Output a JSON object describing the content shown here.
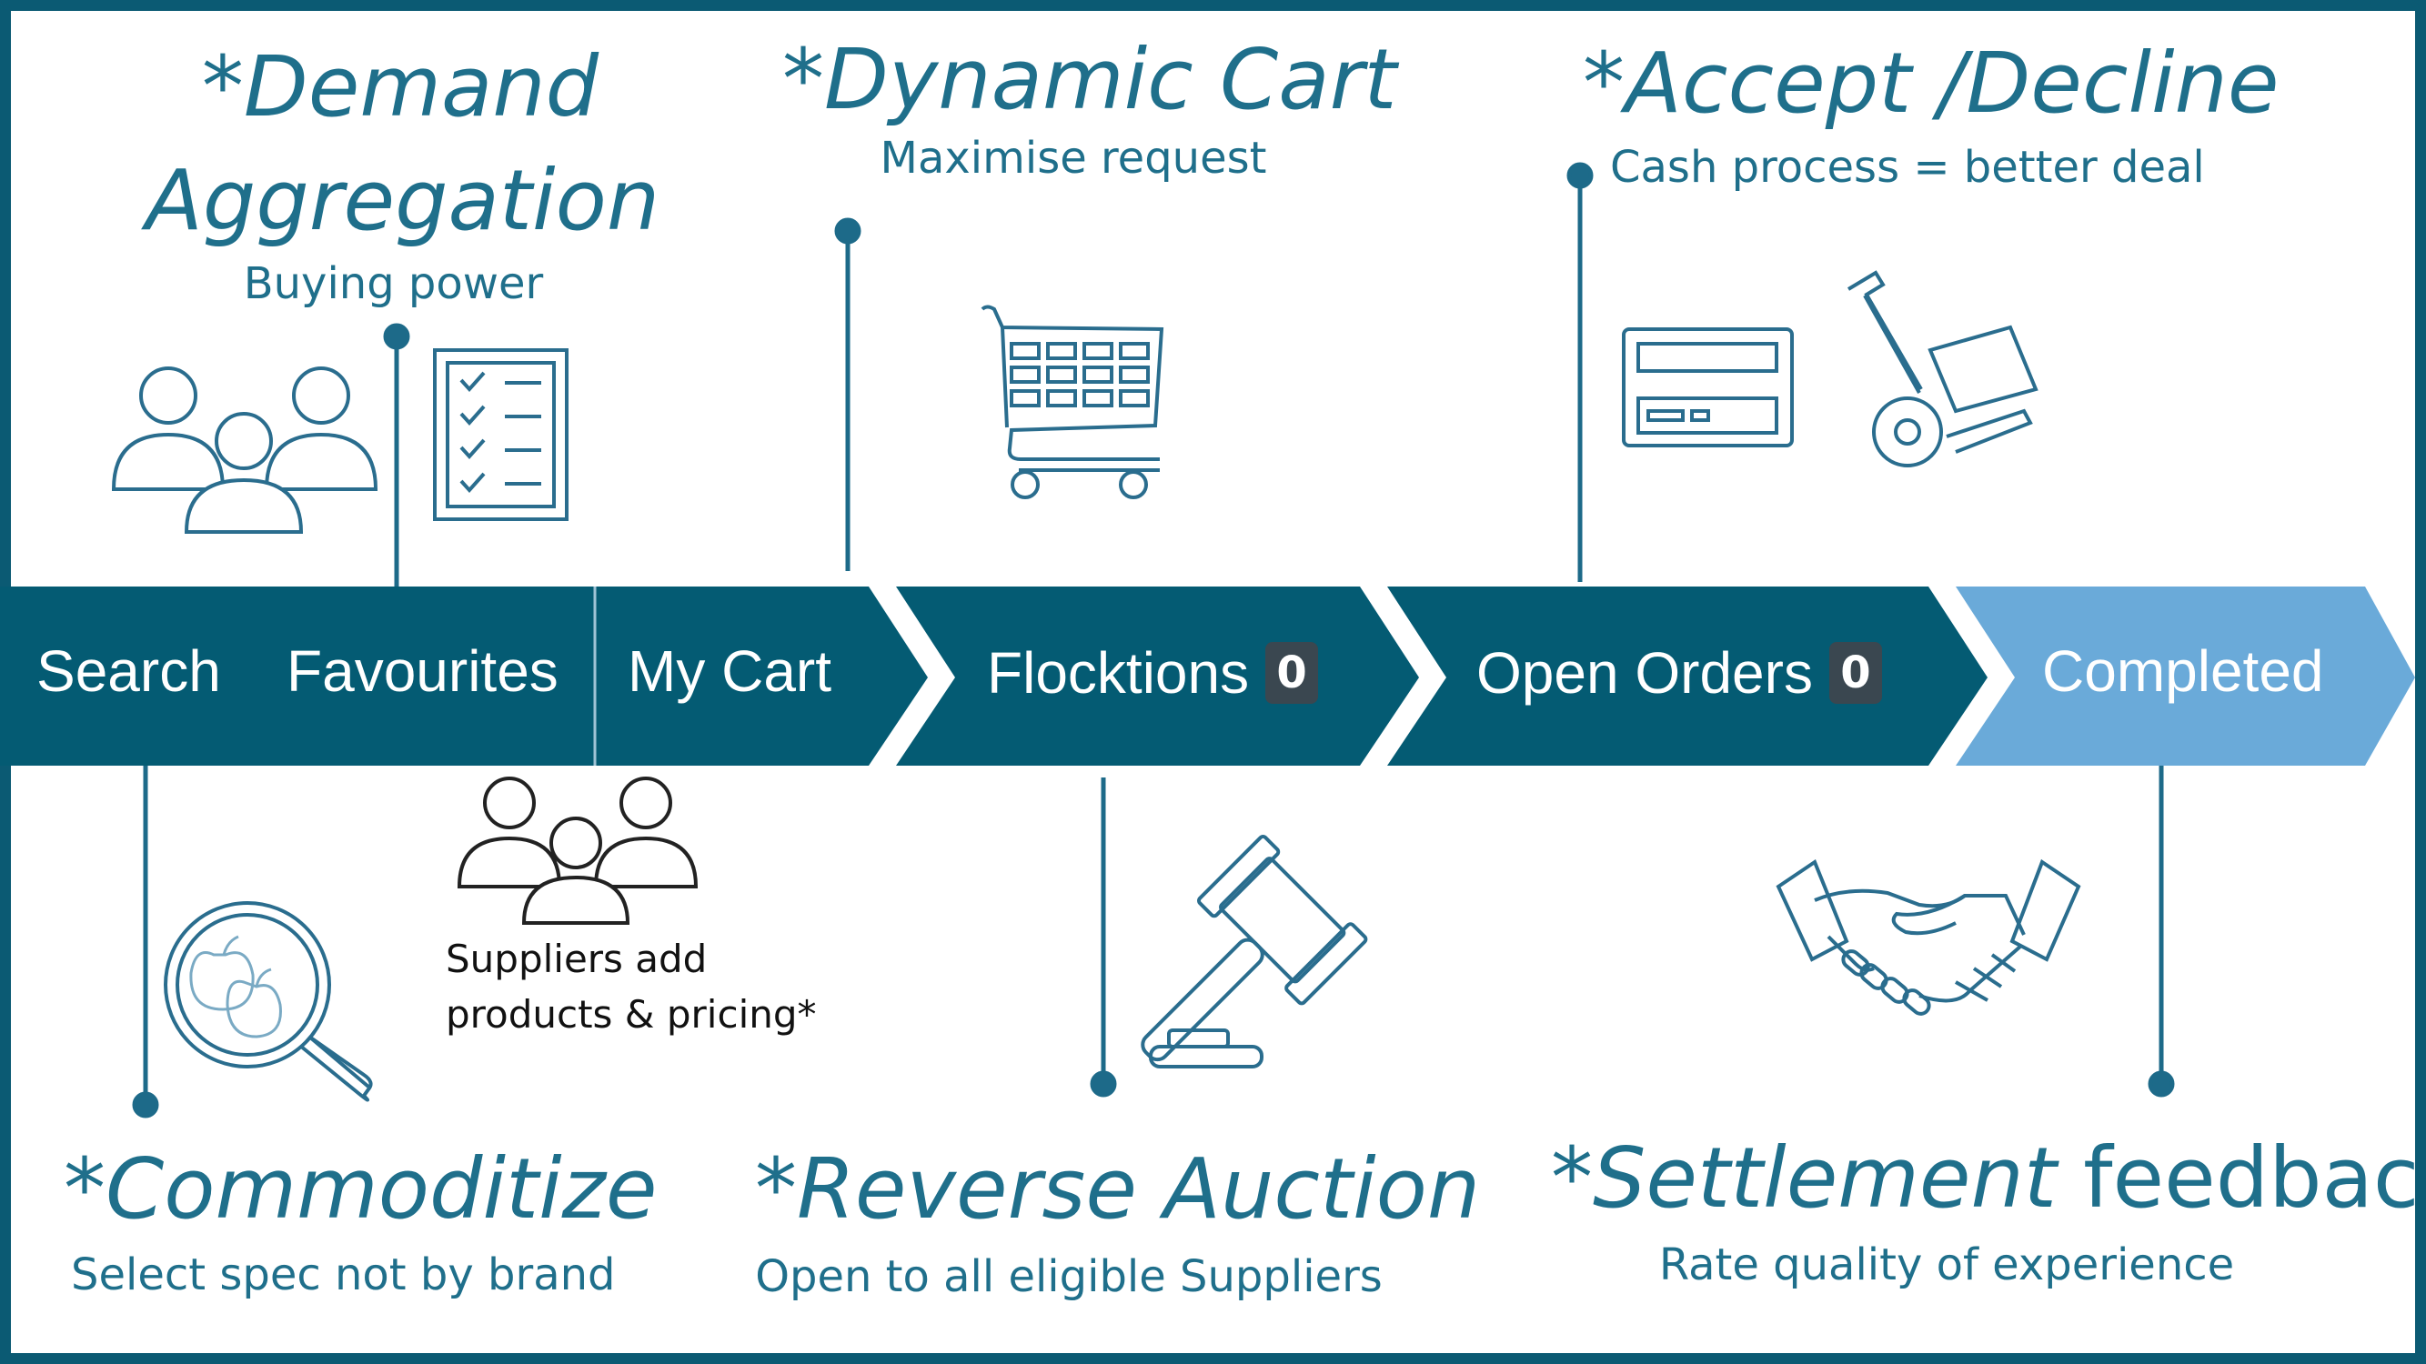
{
  "colors": {
    "frame": "#0b5a73",
    "bar": "#045b73",
    "completed": "#6aaad9",
    "text_blue": "#1f6f8b",
    "icon_stroke": "#2a6d8e",
    "badge": "#3a4750"
  },
  "steps": {
    "search": "Search",
    "favourites": "Favourites",
    "my_cart": "My Cart",
    "flocktions": {
      "label": "Flocktions",
      "count": "0"
    },
    "open_orders": {
      "label": "Open Orders",
      "count": "0"
    },
    "completed": "Completed"
  },
  "callouts": {
    "demand": {
      "title_line1": "*Demand",
      "title_line2": "Aggregation",
      "subtitle": "Buying power",
      "icons": [
        "people-group-icon",
        "checklist-icon"
      ]
    },
    "dynamic_cart": {
      "title": "*Dynamic Cart",
      "subtitle": "Maximise request",
      "icons": [
        "shopping-cart-icon"
      ]
    },
    "accept_decline": {
      "title": "*Accept /Decline",
      "subtitle": "Cash process = better deal",
      "icons": [
        "credit-card-icon",
        "hand-truck-icon"
      ]
    },
    "commoditize": {
      "title": "*Commoditize",
      "subtitle": "Select  spec not by brand",
      "icons": [
        "magnifier-apples-icon"
      ]
    },
    "suppliers": {
      "line1": "Suppliers add",
      "line2": "products & pricing*",
      "icons": [
        "people-group-icon"
      ]
    },
    "reverse_auction": {
      "title": "*Reverse Auction",
      "subtitle": "Open to all eligible Suppliers",
      "icons": [
        "gavel-icon"
      ]
    },
    "settlement": {
      "title_italic": "*Settlement",
      "title_plain": " feedback",
      "subtitle": "Rate  quality of experience",
      "icons": [
        "handshake-icon"
      ]
    }
  }
}
